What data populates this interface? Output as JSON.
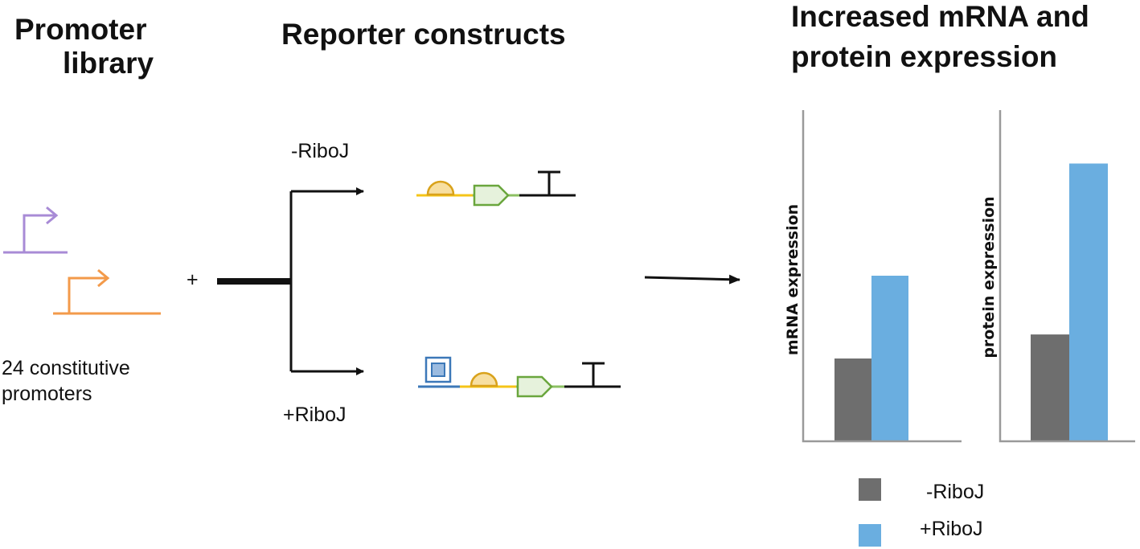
{
  "headings": {
    "promoter_library": [
      "Promoter",
      "library"
    ],
    "reporter_constructs": "Reporter constructs",
    "increased_expression": [
      "Increased mRNA and",
      "protein expression"
    ]
  },
  "library_caption": [
    "24 constitutive",
    "promoters"
  ],
  "plus_sign": "+",
  "branch_labels": {
    "minus": "-RiboJ",
    "plus": "+RiboJ"
  },
  "colors": {
    "promoter_purple": "#a88bd6",
    "promoter_orange": "#f39a4a",
    "rbs_yellow": "#f5c518",
    "cds_green": "#6aa63d",
    "riboj_blue": "#3c78b8",
    "bar_minus": "#6e6e6e",
    "bar_plus": "#6aaee0"
  },
  "chart_data": [
    {
      "type": "bar",
      "ylabel": "mRNA expression",
      "categories": [
        "-RiboJ",
        "+RiboJ"
      ],
      "values": [
        1.0,
        2.0
      ],
      "ylim": [
        0,
        4.0
      ]
    },
    {
      "type": "bar",
      "ylabel": "protein expression",
      "categories": [
        "-RiboJ",
        "+RiboJ"
      ],
      "values": [
        1.0,
        2.6
      ],
      "ylim": [
        0,
        3.1
      ]
    }
  ],
  "legend": [
    {
      "label": "-RiboJ",
      "color": "#6e6e6e"
    },
    {
      "label": "+RiboJ",
      "color": "#6aaee0"
    }
  ]
}
